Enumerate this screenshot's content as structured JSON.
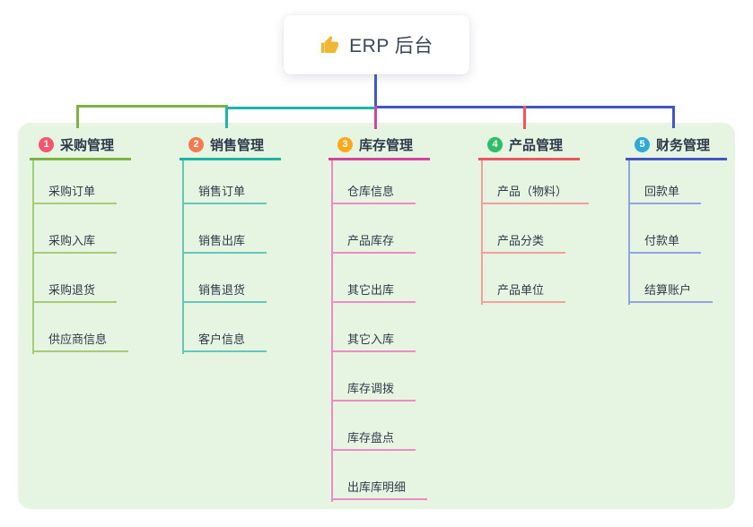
{
  "root": {
    "title": "ERP 后台",
    "icon": "thumbs-up-icon",
    "card_bg": "#FFFFFF",
    "stem_color": "#4456C7"
  },
  "panel": {
    "bg_color": "#E6F4E2"
  },
  "branches": [
    {
      "number": "1",
      "name": "采购管理",
      "badge_color": "#F4566E",
      "line_color": "#7CB342",
      "child_line_color": "#A3CE77",
      "children": [
        "采购订单",
        "采购入库",
        "采购退货",
        "供应商信息"
      ]
    },
    {
      "number": "2",
      "name": "销售管理",
      "badge_color": "#F07B51",
      "line_color": "#1CB5A3",
      "child_line_color": "#63C7BA",
      "children": [
        "销售订单",
        "销售出库",
        "销售退货",
        "客户信息"
      ]
    },
    {
      "number": "3",
      "name": "库存管理",
      "badge_color": "#FBA81C",
      "line_color": "#D6439C",
      "child_line_color": "#EE8AC4",
      "children": [
        "仓库信息",
        "产品库存",
        "其它出库",
        "其它入库",
        "库存调拨",
        "库存盘点",
        "出库库明细"
      ]
    },
    {
      "number": "4",
      "name": "产品管理",
      "badge_color": "#2EBE67",
      "line_color": "#F2545F",
      "child_line_color": "#F69E99",
      "children": [
        "产品（物料）",
        "产品分类",
        "产品单位"
      ]
    },
    {
      "number": "5",
      "name": "财务管理",
      "badge_color": "#2FA9D8",
      "line_color": "#4456C7",
      "child_line_color": "#92A3DF",
      "children": [
        "回款单",
        "付款单",
        "结算账户"
      ]
    }
  ]
}
